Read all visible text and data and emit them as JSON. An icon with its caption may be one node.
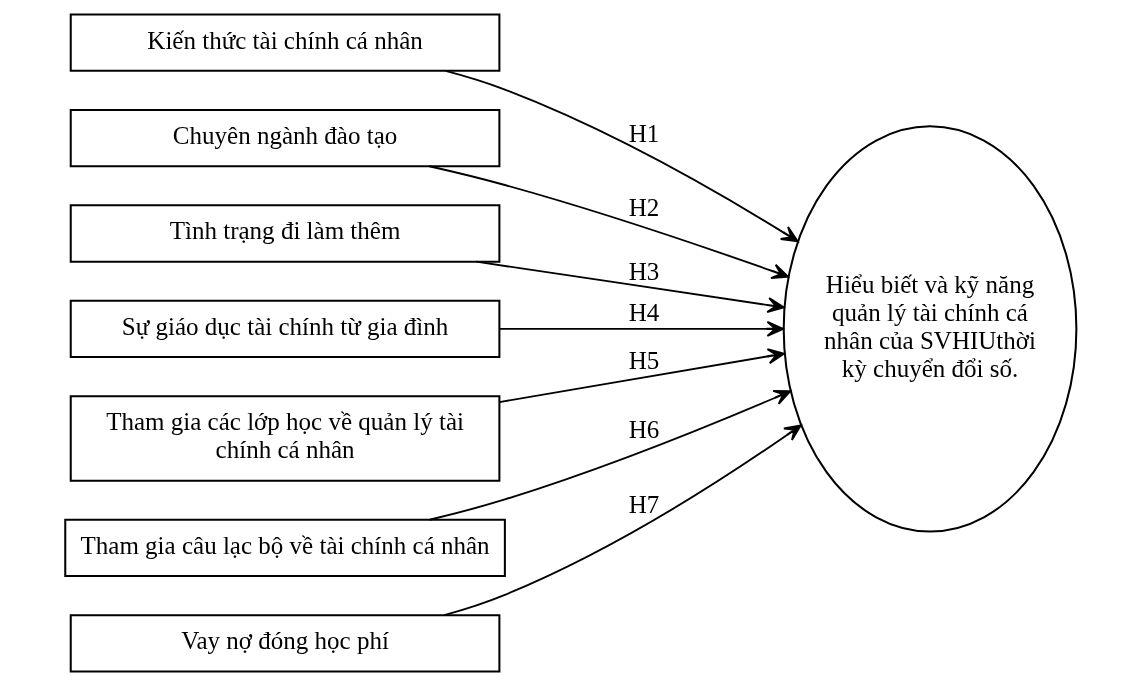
{
  "diagram": {
    "nodes": [
      {
        "text": [
          "Kiến thức tài chính cá nhân"
        ]
      },
      {
        "text": [
          "Chuyên ngành đào tạo"
        ]
      },
      {
        "text": [
          "Tình trạng đi làm thêm"
        ]
      },
      {
        "text": [
          "Sự giáo dục tài chính từ gia đình"
        ]
      },
      {
        "text": [
          "Tham gia các lớp học về quản lý tài chính cá nhân"
        ]
      },
      {
        "text": [
          "Tham gia câu lạc bộ về tài chính cá nhân"
        ]
      },
      {
        "text": [
          "Vay nợ đóng học phí"
        ]
      },
      {
        "text": [
          "Hiểu biết và kỹ năng quản lý tài chính cá nhân của SVHIUthời kỳ chuyển đổi số."
        ]
      }
    ],
    "edges": [
      {
        "from": 0,
        "to": 7,
        "arrow": "to",
        "label": "H1"
      },
      {
        "from": 1,
        "to": 7,
        "arrow": "to",
        "label": "H2"
      },
      {
        "from": 2,
        "to": 7,
        "arrow": "to",
        "label": "H3"
      },
      {
        "from": 3,
        "to": 7,
        "arrow": "to",
        "label": "H4"
      },
      {
        "from": 4,
        "to": 7,
        "arrow": "to",
        "label": "H5"
      },
      {
        "from": 5,
        "to": 7,
        "arrow": "to",
        "label": "H6"
      },
      {
        "from": 6,
        "to": 7,
        "arrow": "to",
        "label": "H7"
      }
    ]
  }
}
